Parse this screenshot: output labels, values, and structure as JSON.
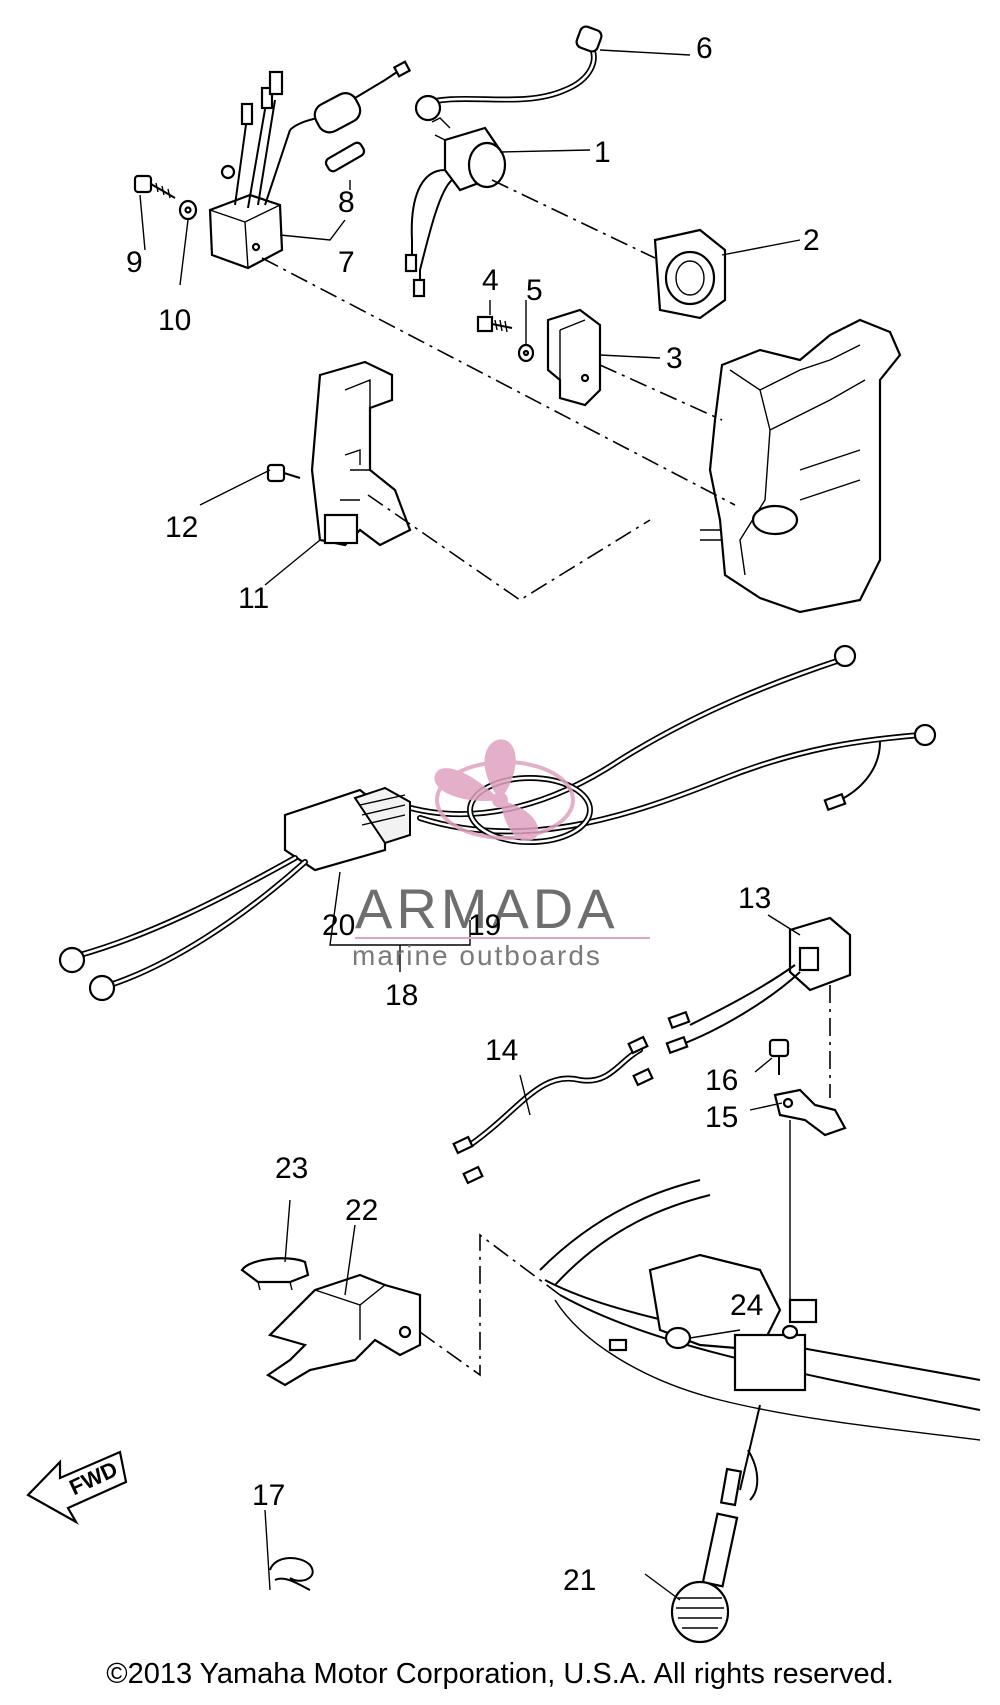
{
  "diagram": {
    "parts": [
      {
        "id": "part-1",
        "label": "1"
      },
      {
        "id": "part-2",
        "label": "2"
      },
      {
        "id": "part-3",
        "label": "3"
      },
      {
        "id": "part-4",
        "label": "4"
      },
      {
        "id": "part-5",
        "label": "5"
      },
      {
        "id": "part-6",
        "label": "6"
      },
      {
        "id": "part-7",
        "label": "7"
      },
      {
        "id": "part-8",
        "label": "8"
      },
      {
        "id": "part-9",
        "label": "9"
      },
      {
        "id": "part-10",
        "label": "10"
      },
      {
        "id": "part-11",
        "label": "11"
      },
      {
        "id": "part-12",
        "label": "12"
      },
      {
        "id": "part-13",
        "label": "13"
      },
      {
        "id": "part-14",
        "label": "14"
      },
      {
        "id": "part-15",
        "label": "15"
      },
      {
        "id": "part-16",
        "label": "16"
      },
      {
        "id": "part-17",
        "label": "17"
      },
      {
        "id": "part-18",
        "label": "18"
      },
      {
        "id": "part-19",
        "label": "19"
      },
      {
        "id": "part-20",
        "label": "20"
      },
      {
        "id": "part-21",
        "label": "21"
      },
      {
        "id": "part-22",
        "label": "22"
      },
      {
        "id": "part-23",
        "label": "23"
      },
      {
        "id": "part-24",
        "label": "24"
      }
    ],
    "fwd_arrow_text": "FWD"
  },
  "watermark": {
    "name": "ARMADA",
    "subtitle": "marine outboards",
    "logo_color": "#e0a3c0",
    "line_color": "#e0a3c0"
  },
  "footer": {
    "copyright": "©2013 Yamaha Motor Corporation, U.S.A. All rights reserved."
  }
}
